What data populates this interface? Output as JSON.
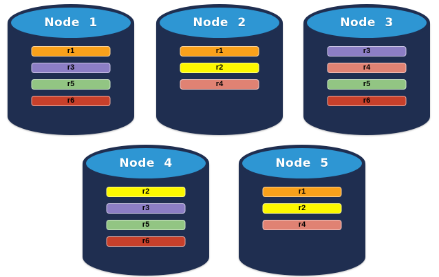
{
  "colors": {
    "cylinder_body": "#1F2E50",
    "cylinder_top": "#2E96D3",
    "title_text": "#FFFFFF",
    "bar_label_text": "#000000",
    "replicas": {
      "r1": "#F9A11B",
      "r2": "#FDF800",
      "r3": "#8C7EC5",
      "r4": "#E08273",
      "r5": "#92C583",
      "r6": "#C7402B"
    }
  },
  "nodes": [
    {
      "label": "Node 1",
      "replicas": [
        "r1",
        "r3",
        "r5",
        "r6"
      ]
    },
    {
      "label": "Node 2",
      "replicas": [
        "r1",
        "r2",
        "r4"
      ]
    },
    {
      "label": "Node 3",
      "replicas": [
        "r3",
        "r4",
        "r5",
        "r6"
      ]
    },
    {
      "label": "Node 4",
      "replicas": [
        "r2",
        "r3",
        "r5",
        "r6"
      ]
    },
    {
      "label": "Node 5",
      "replicas": [
        "r1",
        "r2",
        "r4"
      ]
    }
  ]
}
